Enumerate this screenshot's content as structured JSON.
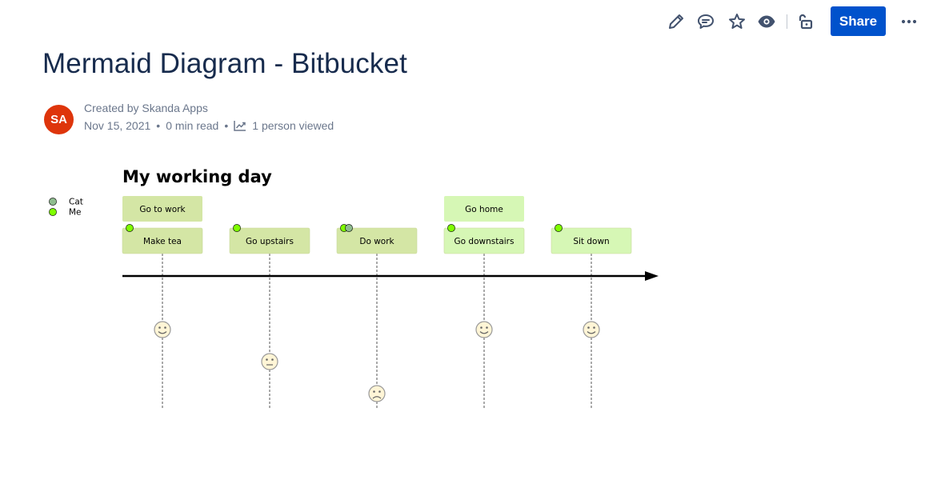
{
  "toolbar": {
    "icons": [
      "edit-icon",
      "comment-icon",
      "star-icon",
      "watch-icon",
      "restrictions-icon",
      "more-icon"
    ],
    "share_label": "Share"
  },
  "page": {
    "title": "Mermaid Diagram - Bitbucket",
    "avatar_initials": "SA",
    "avatar_color": "#de350b",
    "byline": "Created by Skanda Apps",
    "date": "Nov 15, 2021",
    "read_time": "0 min read",
    "separator": "•",
    "views": "1 person viewed"
  },
  "diagram": {
    "title": "My working day",
    "legend": [
      {
        "label": "Cat",
        "color": "#8fbc8f"
      },
      {
        "label": "Me",
        "color": "#7fff00"
      }
    ],
    "tasks": [
      {
        "label": "Make tea",
        "score": 5,
        "section": "Go to work",
        "actors": [
          "Me"
        ],
        "fill": "#d4e6a5"
      },
      {
        "label": "Go upstairs",
        "score": 3,
        "section": "Go to work",
        "actors": [
          "Me"
        ],
        "fill": "#d4e6a5"
      },
      {
        "label": "Do work",
        "score": 1,
        "section": "Go to work",
        "actors": [
          "Me",
          "Cat"
        ],
        "fill": "#d4e6a5"
      },
      {
        "label": "Go downstairs",
        "score": 5,
        "section": "Go home",
        "actors": [
          "Me"
        ],
        "fill": "#d6f7b5"
      },
      {
        "label": "Sit down",
        "score": 5,
        "section": "Go home",
        "actors": [
          "Me"
        ],
        "fill": "#d6f7b5"
      }
    ],
    "sections": [
      {
        "label": "Go to work",
        "fill": "#d4e6a5"
      },
      {
        "label": "Go home",
        "fill": "#d6f7b5"
      }
    ]
  }
}
